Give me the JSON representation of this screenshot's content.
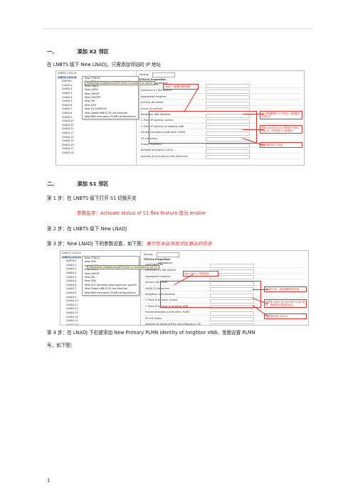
{
  "section1": {
    "num": "一、",
    "title": "添加 X2 邻区",
    "desc": "在 LNBTS 级下 New LNADJ，只需添加邻站的 IP 地址"
  },
  "section2": {
    "num": "二、",
    "title": "添加 S1 邻区"
  },
  "steps": {
    "s1": "第 1 步：在 LNBTS 级下打开 S1 切换开关",
    "param": "参数名字：Activate status of S1 flex feature 改为 enable",
    "s2": "第 2 步：在 LNBTS 级下 New LNADJ",
    "s3_prefix": "第 3 步：New LNADJ 下的参数设置，如下图：",
    "s3_red": "表示在本站添加邻区基站的信息",
    "s4_line1": "第 4 步：在 LNADJ 下右键添加 New Primary PLMN identity of neighbor eNB，里面设置 PLMN",
    "s4_line2": "号，如下图："
  },
  "page_number": "1",
  "shot1": {
    "tree": [
      "LNBTS-110114",
      "LNBTS-110114",
      "ADIPNO",
      "LNADJ-1",
      "LNADJ-2",
      "LNADJ-3",
      "LNADJ-4",
      "LNADJ-5",
      "LNADJ-6",
      "LNADJ-7",
      "LNADJ-8",
      "LNADJ-9",
      "LNADJ-10",
      "LNADJ-11",
      "LNADJ-12",
      "LNADJ-13",
      "LNADJ-14",
      "LNADJ-15",
      "LNADJ-16",
      "LNADJ-17",
      "LNADJ-18"
    ],
    "menu": [
      "New CTRLTS",
      "New DRX",
      "New LNADJ",
      "New LNCEL",
      "New LNHOIF",
      "New LNMOPF",
      "New SIB",
      "New SON",
      "New X2 OmNN DC",
      "New Global eNB ID X2-link blacklist",
      "New NRX emergency PLMN configurations"
    ],
    "tooltip": "Represents neighbouring BTS which is available to use X2",
    "sorting_label": "Sorting:",
    "sorting_value": "Alphabetical",
    "section_header": "LTH114 Properties",
    "props": [
      "Local identifier",
      "Activation S1 flex feature",
      "Aggregated neighbor",
      "Actually Wii ahead",
      "Actual of contrast",
      "Neighbour eNB identifier",
      "C-Plane IP address: correct",
      "C-Plane IP address of neighbor eNB",
      "Handle emergency eNB within PLMN",
      "X2 link status",
      "Enable neighbour",
      "Activate emergency call to ...",
      "Activate all emergency calls restriction"
    ],
    "note_top": "LNADJ 下面要设置的参数",
    "note_right1": "这个就是要改的 X2 好邻区，就是要本站邻站 IP",
    "note_right2": "选择 LogicalX2 Link 的邻区 IP 地址，点击 ok，即可完成 IP 添加操作",
    "note_right3": "这里就是邻站 IP 地址"
  },
  "shot2": {
    "tree": [
      "LNBTS-110114",
      "LNBTS-110114",
      "ADIPNO",
      "LNADJ-1",
      "LNADJ-2",
      "LNADJ-3",
      "LNADJ-4",
      "LNADJ-5",
      "LNADJ-6",
      "LNADJ-7",
      "LNADJ-8",
      "LNADJ-9",
      "LNADJ-10",
      "LNADJ-11",
      "LNADJ-12",
      "LNADJ-13",
      "LNADJ-14",
      "LNADJ-15",
      "LNADJ-16",
      "LNADJ-17"
    ],
    "menu": [
      "New CTRLTS",
      "New DRX",
      "New LNADJ",
      "New LNCEL",
      "New LNHOIF",
      "New SIB",
      "New SON",
      "New GCS formation base spectrum specific",
      "New Global eNB ID X2-link blacklist",
      "New NRX emergency PLMN configurations"
    ],
    "tooltip": "Represents neighbouring BTS which is connected to use S1",
    "sorting_label": "Sorting:",
    "sorting_value": "Alphabetical",
    "section_header": "LTH114 Properties",
    "props": [
      "Local identifier",
      "Activation S1 flex feature",
      "Aggregated neighbor",
      "Actually Wii ahead",
      "LNADJ-12 Properties",
      "Neighbour eNB identifier",
      "C-Plane IP address: correct",
      "C-Plane IP address of neighbor eNB",
      "Handle emergency eNB within PLMN",
      "X2 link status",
      "Activate UE-based IGR for intra-Frequency LTE",
      "Activate dual hand",
      "Activate all emergency calls"
    ],
    "note_top": "New LNADJ 下参数设置",
    "note_right1": "添加的 ADJ，也就是要修改的邻区",
    "note_right2": "这里将 LNBTS 的 NDX 内的 ID 进行填写，也就是邻区基站的信息",
    "note_right3": "这里填写邻区 eNB ID"
  }
}
